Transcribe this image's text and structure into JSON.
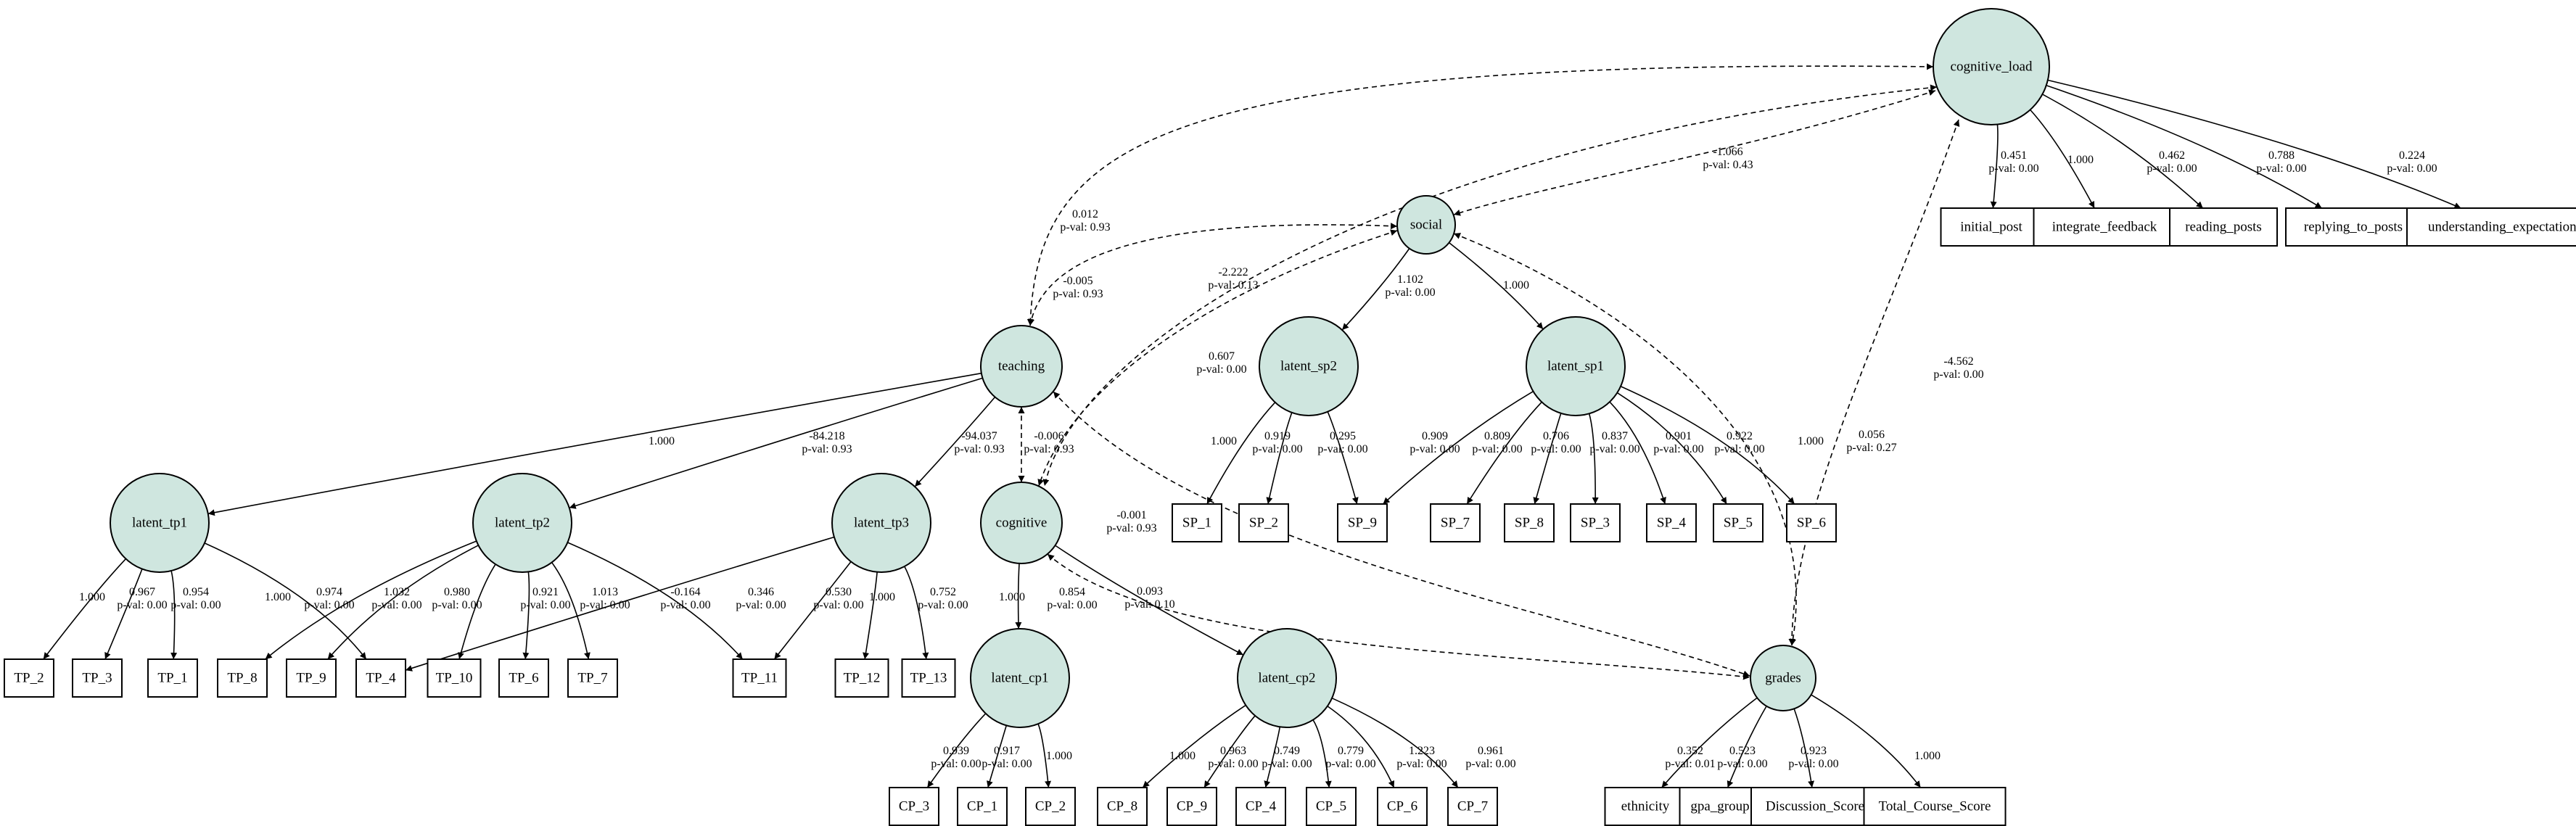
{
  "latents": [
    {
      "id": "cognitive_load",
      "label": "cognitive_load"
    },
    {
      "id": "social",
      "label": "social"
    },
    {
      "id": "teaching",
      "label": "teaching"
    },
    {
      "id": "cognitive",
      "label": "cognitive"
    },
    {
      "id": "grades",
      "label": "grades"
    },
    {
      "id": "latent_sp2",
      "label": "latent_sp2"
    },
    {
      "id": "latent_sp1",
      "label": "latent_sp1"
    },
    {
      "id": "latent_tp1",
      "label": "latent_tp1"
    },
    {
      "id": "latent_tp2",
      "label": "latent_tp2"
    },
    {
      "id": "latent_tp3",
      "label": "latent_tp3"
    },
    {
      "id": "latent_cp1",
      "label": "latent_cp1"
    },
    {
      "id": "latent_cp2",
      "label": "latent_cp2"
    }
  ],
  "observed": [
    {
      "id": "initial_post",
      "label": "initial_post"
    },
    {
      "id": "integrate_feedback",
      "label": "integrate_feedback"
    },
    {
      "id": "reading_posts",
      "label": "reading_posts"
    },
    {
      "id": "replying_to_posts",
      "label": "replying_to_posts"
    },
    {
      "id": "understanding_expectations",
      "label": "understanding_expectations"
    },
    {
      "id": "SP_1",
      "label": "SP_1"
    },
    {
      "id": "SP_2",
      "label": "SP_2"
    },
    {
      "id": "SP_9",
      "label": "SP_9"
    },
    {
      "id": "SP_7",
      "label": "SP_7"
    },
    {
      "id": "SP_8",
      "label": "SP_8"
    },
    {
      "id": "SP_3",
      "label": "SP_3"
    },
    {
      "id": "SP_4",
      "label": "SP_4"
    },
    {
      "id": "SP_5",
      "label": "SP_5"
    },
    {
      "id": "SP_6",
      "label": "SP_6"
    },
    {
      "id": "TP_2",
      "label": "TP_2"
    },
    {
      "id": "TP_3",
      "label": "TP_3"
    },
    {
      "id": "TP_1",
      "label": "TP_1"
    },
    {
      "id": "TP_8",
      "label": "TP_8"
    },
    {
      "id": "TP_9",
      "label": "TP_9"
    },
    {
      "id": "TP_4",
      "label": "TP_4"
    },
    {
      "id": "TP_10",
      "label": "TP_10"
    },
    {
      "id": "TP_6",
      "label": "TP_6"
    },
    {
      "id": "TP_7",
      "label": "TP_7"
    },
    {
      "id": "TP_11",
      "label": "TP_11"
    },
    {
      "id": "TP_12",
      "label": "TP_12"
    },
    {
      "id": "TP_13",
      "label": "TP_13"
    },
    {
      "id": "CP_3",
      "label": "CP_3"
    },
    {
      "id": "CP_1",
      "label": "CP_1"
    },
    {
      "id": "CP_2",
      "label": "CP_2"
    },
    {
      "id": "CP_8",
      "label": "CP_8"
    },
    {
      "id": "CP_9",
      "label": "CP_9"
    },
    {
      "id": "CP_4",
      "label": "CP_4"
    },
    {
      "id": "CP_5",
      "label": "CP_5"
    },
    {
      "id": "CP_6",
      "label": "CP_6"
    },
    {
      "id": "CP_7",
      "label": "CP_7"
    },
    {
      "id": "ethnicity",
      "label": "ethnicity"
    },
    {
      "id": "gpa_group",
      "label": "gpa_group"
    },
    {
      "id": "Discussion_Score",
      "label": "Discussion_Score"
    },
    {
      "id": "Total_Course_Score",
      "label": "Total_Course_Score"
    }
  ],
  "edges": [
    {
      "from": "cognitive_load",
      "to": "initial_post",
      "label": [
        "0.451",
        "p-val: 0.00"
      ]
    },
    {
      "from": "cognitive_load",
      "to": "integrate_feedback",
      "label": [
        "1.000"
      ]
    },
    {
      "from": "cognitive_load",
      "to": "reading_posts",
      "label": [
        "0.462",
        "p-val: 0.00"
      ]
    },
    {
      "from": "cognitive_load",
      "to": "replying_to_posts",
      "label": [
        "0.788",
        "p-val: 0.00"
      ]
    },
    {
      "from": "cognitive_load",
      "to": "understanding_expectations",
      "label": [
        "0.224",
        "p-val: 0.00"
      ]
    },
    {
      "from": "social",
      "to": "latent_sp2",
      "label": [
        "1.102",
        "p-val: 0.00"
      ]
    },
    {
      "from": "social",
      "to": "latent_sp1",
      "label": [
        "1.000"
      ]
    },
    {
      "from": "latent_sp2",
      "to": "SP_1",
      "label": [
        "1.000"
      ]
    },
    {
      "from": "latent_sp2",
      "to": "SP_2",
      "label": [
        "0.919",
        "p-val: 0.00"
      ]
    },
    {
      "from": "latent_sp2",
      "to": "SP_9",
      "label": [
        "0.295",
        "p-val: 0.00"
      ]
    },
    {
      "from": "latent_sp1",
      "to": "SP_9",
      "label": [
        "0.909",
        "p-val: 0.00"
      ]
    },
    {
      "from": "latent_sp1",
      "to": "SP_7",
      "label": [
        "0.809",
        "p-val: 0.00"
      ]
    },
    {
      "from": "latent_sp1",
      "to": "SP_8",
      "label": [
        "0.706",
        "p-val: 0.00"
      ]
    },
    {
      "from": "latent_sp1",
      "to": "SP_3",
      "label": [
        "0.837",
        "p-val: 0.00"
      ]
    },
    {
      "from": "latent_sp1",
      "to": "SP_4",
      "label": [
        "0.901",
        "p-val: 0.00"
      ]
    },
    {
      "from": "latent_sp1",
      "to": "SP_5",
      "label": [
        "0.922",
        "p-val: 0.00"
      ]
    },
    {
      "from": "latent_sp1",
      "to": "SP_6",
      "label": [
        "1.000"
      ]
    },
    {
      "from": "teaching",
      "to": "latent_tp1",
      "label": [
        "1.000"
      ]
    },
    {
      "from": "teaching",
      "to": "latent_tp2",
      "label": [
        "-84.218",
        "p-val: 0.93"
      ]
    },
    {
      "from": "teaching",
      "to": "latent_tp3",
      "label": [
        "-94.037",
        "p-val: 0.93"
      ]
    },
    {
      "from": "latent_tp1",
      "to": "TP_2",
      "label": [
        "1.000"
      ]
    },
    {
      "from": "latent_tp1",
      "to": "TP_3",
      "label": [
        "0.967",
        "p-val: 0.00"
      ]
    },
    {
      "from": "latent_tp1",
      "to": "TP_1",
      "label": [
        "0.954",
        "p-val: 0.00"
      ]
    },
    {
      "from": "latent_tp1",
      "to": "TP_4",
      "label": [
        "1.032",
        "p-val: 0.00"
      ]
    },
    {
      "from": "latent_tp2",
      "to": "TP_8",
      "label": [
        "1.000"
      ]
    },
    {
      "from": "latent_tp2",
      "to": "TP_9",
      "label": [
        "0.974",
        "p-val: 0.00"
      ]
    },
    {
      "from": "latent_tp2",
      "to": "TP_10",
      "label": [
        "0.980",
        "p-val: 0.00"
      ]
    },
    {
      "from": "latent_tp2",
      "to": "TP_6",
      "label": [
        "0.921",
        "p-val: 0.00"
      ]
    },
    {
      "from": "latent_tp2",
      "to": "TP_7",
      "label": [
        "1.013",
        "p-val: 0.00"
      ]
    },
    {
      "from": "latent_tp2",
      "to": "TP_11",
      "label": [
        "0.346",
        "p-val: 0.00"
      ]
    },
    {
      "from": "latent_tp3",
      "to": "TP_4",
      "label": [
        "-0.164",
        "p-val: 0.00"
      ]
    },
    {
      "from": "latent_tp3",
      "to": "TP_11",
      "label": [
        "0.530",
        "p-val: 0.00"
      ]
    },
    {
      "from": "latent_tp3",
      "to": "TP_12",
      "label": [
        "1.000"
      ]
    },
    {
      "from": "latent_tp3",
      "to": "TP_13",
      "label": [
        "0.752",
        "p-val: 0.00"
      ]
    },
    {
      "from": "cognitive",
      "to": "latent_cp1",
      "label": [
        "1.000"
      ]
    },
    {
      "from": "cognitive",
      "to": "latent_cp2",
      "label": [
        "0.854",
        "p-val: 0.00"
      ]
    },
    {
      "from": "latent_cp1",
      "to": "CP_3",
      "label": [
        "0.939",
        "p-val: 0.00"
      ]
    },
    {
      "from": "latent_cp1",
      "to": "CP_1",
      "label": [
        "0.917",
        "p-val: 0.00"
      ]
    },
    {
      "from": "latent_cp1",
      "to": "CP_2",
      "label": [
        "1.000"
      ]
    },
    {
      "from": "latent_cp2",
      "to": "CP_8",
      "label": [
        "1.000"
      ]
    },
    {
      "from": "latent_cp2",
      "to": "CP_9",
      "label": [
        "0.963",
        "p-val: 0.00"
      ]
    },
    {
      "from": "latent_cp2",
      "to": "CP_4",
      "label": [
        "0.749",
        "p-val: 0.00"
      ]
    },
    {
      "from": "latent_cp2",
      "to": "CP_5",
      "label": [
        "0.779",
        "p-val: 0.00"
      ]
    },
    {
      "from": "latent_cp2",
      "to": "CP_6",
      "label": [
        "1.223",
        "p-val: 0.00"
      ]
    },
    {
      "from": "latent_cp2",
      "to": "CP_7",
      "label": [
        "0.961",
        "p-val: 0.00"
      ]
    },
    {
      "from": "grades",
      "to": "ethnicity",
      "label": [
        "0.352",
        "p-val: 0.01"
      ]
    },
    {
      "from": "grades",
      "to": "gpa_group",
      "label": [
        "0.523",
        "p-val: 0.00"
      ]
    },
    {
      "from": "grades",
      "to": "Discussion_Score",
      "label": [
        "0.923",
        "p-val: 0.00"
      ]
    },
    {
      "from": "grades",
      "to": "Total_Course_Score",
      "label": [
        "1.000"
      ]
    }
  ],
  "covariances": [
    {
      "a": "cognitive_load",
      "b": "teaching",
      "label": [
        "0.012",
        "p-val: 0.93"
      ]
    },
    {
      "a": "cognitive_load",
      "b": "cognitive",
      "label": [
        "-2.222",
        "p-val: 0.13"
      ]
    },
    {
      "a": "cognitive_load",
      "b": "social",
      "label": [
        "-1.066",
        "p-val: 0.43"
      ]
    },
    {
      "a": "cognitive_load",
      "b": "grades",
      "label": [
        "-4.562",
        "p-val: 0.00"
      ]
    },
    {
      "a": "social",
      "b": "teaching",
      "label": [
        "-0.005",
        "p-val: 0.93"
      ]
    },
    {
      "a": "social",
      "b": "cognitive",
      "label": [
        "0.607",
        "p-val: 0.00"
      ]
    },
    {
      "a": "social",
      "b": "grades",
      "label": [
        "0.056",
        "p-val: 0.27"
      ]
    },
    {
      "a": "teaching",
      "b": "cognitive",
      "label": [
        "-0.006",
        "p-val: 0.93"
      ]
    },
    {
      "a": "teaching",
      "b": "grades",
      "label": [
        "-0.001",
        "p-val: 0.93"
      ]
    },
    {
      "a": "cognitive",
      "b": "grades",
      "label": [
        "0.093",
        "p-val: 0.10"
      ]
    }
  ]
}
